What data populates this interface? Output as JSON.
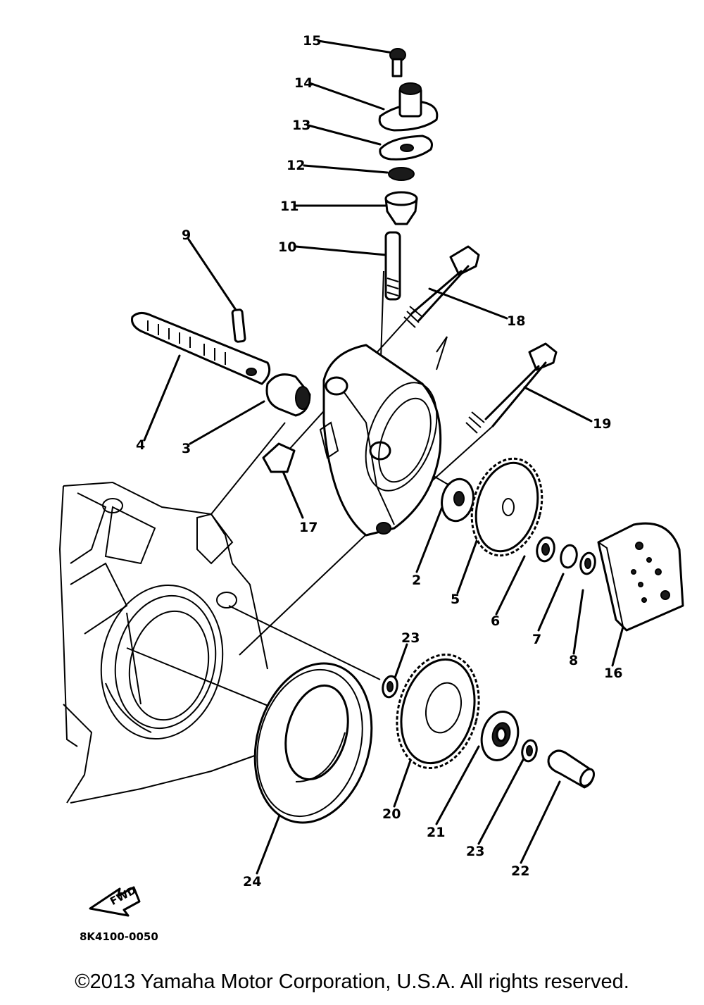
{
  "diagram": {
    "part_numbers": [
      "15",
      "14",
      "13",
      "12",
      "11",
      "10",
      "9",
      "18",
      "19",
      "4",
      "3",
      "17",
      "2",
      "5",
      "6",
      "7",
      "8",
      "16",
      "23",
      "20",
      "21",
      "23",
      "22",
      "24"
    ],
    "drawing_code": "8K4100-0050",
    "arrow_label": "FWD"
  },
  "footer": {
    "copyright": "©2013 Yamaha Motor Corporation, U.S.A. All rights reserved."
  }
}
